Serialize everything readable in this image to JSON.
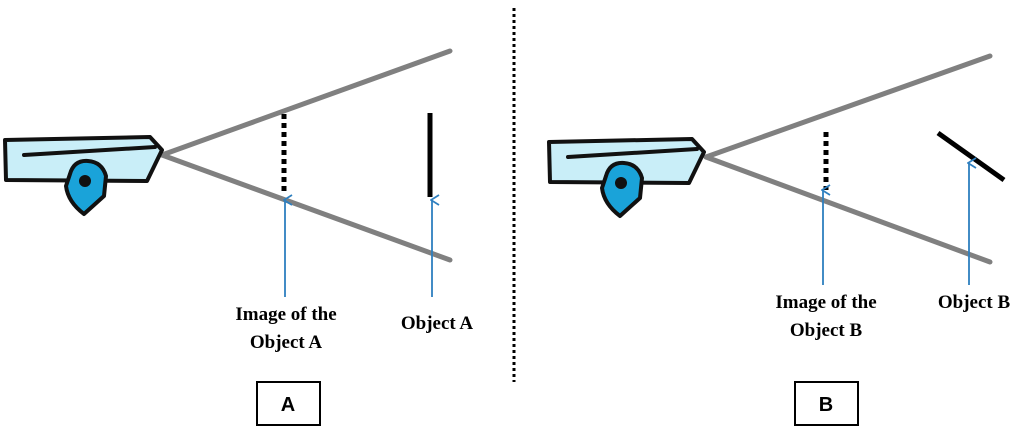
{
  "panels": {
    "a": {
      "image_label_line1": "Image of the",
      "image_label_line2": "Object A",
      "object_label": "Object A",
      "panel_label": "A"
    },
    "b": {
      "image_label_line1": "Image of the",
      "image_label_line2": "Object B",
      "object_label": "Object B",
      "panel_label": "B"
    }
  },
  "colors": {
    "camera_body": "#c9eef8",
    "camera_mount": "#1aa3d9",
    "outline": "#111111",
    "view_cone": "#808080",
    "arrow": "#2e7fbf",
    "object": "#000000",
    "divider": "#000000"
  }
}
